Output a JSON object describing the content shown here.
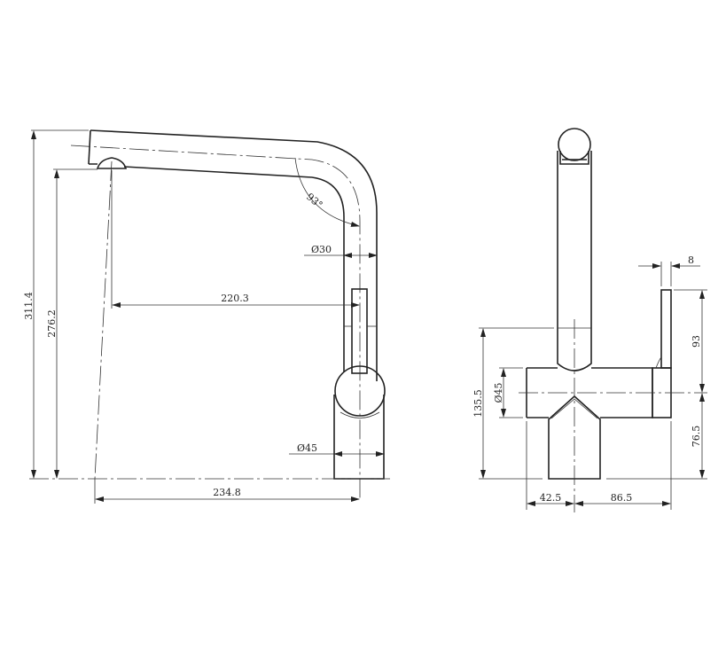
{
  "side_view": {
    "dim_total_height": "311.4",
    "dim_spout_height": "276.2",
    "dim_reach": "220.3",
    "dim_base_offset": "234.8",
    "dim_spout_diameter": "Ø30",
    "dim_body_diameter": "Ø45",
    "dim_angle": "93°"
  },
  "front_view": {
    "dim_lever_width": "8",
    "dim_lever_height": "93",
    "dim_body_height": "135.5",
    "dim_body_diameter": "Ø45",
    "dim_axis_height": "76.5",
    "dim_left": "42.5",
    "dim_right": "86.5"
  }
}
